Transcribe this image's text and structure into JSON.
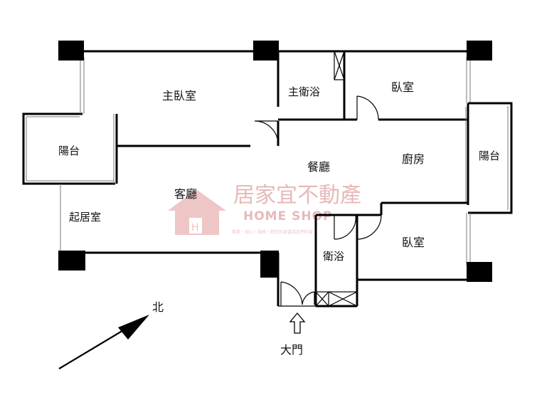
{
  "rooms": {
    "master_bedroom": "主臥室",
    "master_bath": "主衛浴",
    "bedroom_north": "臥室",
    "balcony_west": "陽台",
    "dining": "餐廳",
    "kitchen": "廚房",
    "balcony_east": "陽台",
    "living": "客廳",
    "family_room": "起居室",
    "bathroom": "衛浴",
    "bedroom_south": "臥室"
  },
  "entrance_label": "大門",
  "compass_label": "北",
  "watermark": {
    "name_cn": "居家宜不動產",
    "name_en": "HOME SHOP",
    "tagline": "專業・用心・服務・把您的家當成我們的家"
  },
  "colors": {
    "wall": "#000000",
    "watermark": "#e7b9b9"
  }
}
